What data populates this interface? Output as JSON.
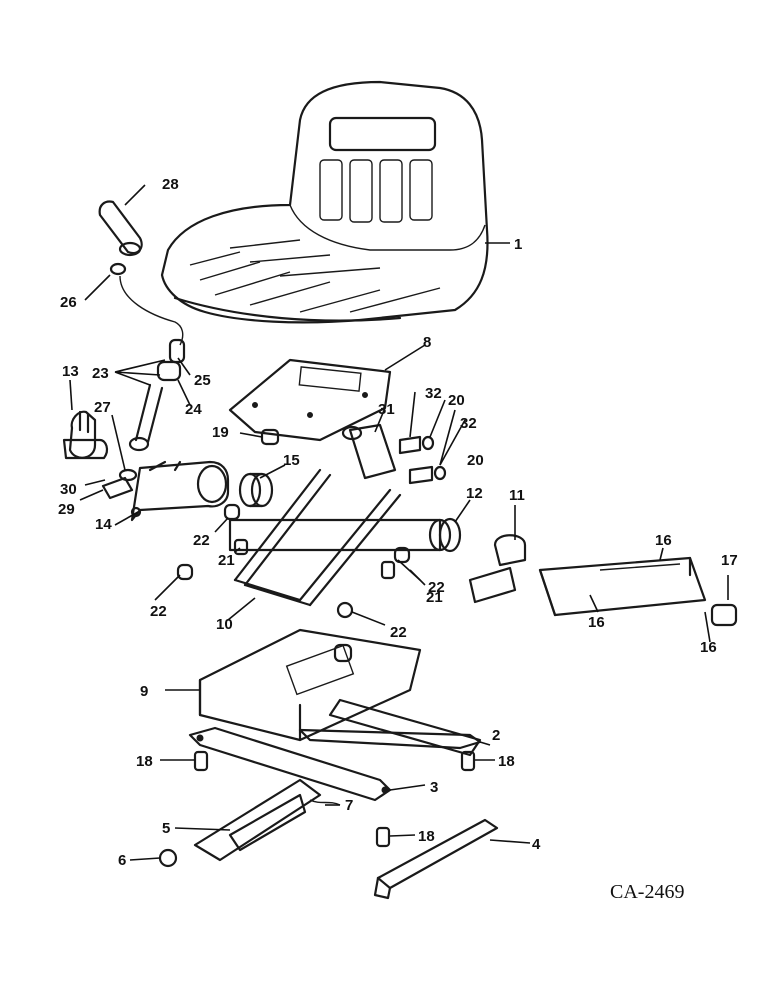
{
  "diagram": {
    "drawing_code": "CA-2469",
    "callouts": [
      "1",
      "2",
      "3",
      "4",
      "5",
      "6",
      "7",
      "8",
      "9",
      "10",
      "11",
      "12",
      "13",
      "14",
      "15",
      "16",
      "17",
      "18",
      "19",
      "20",
      "21",
      "22",
      "23",
      "24",
      "25",
      "26",
      "27",
      "28",
      "29",
      "30",
      "31",
      "32"
    ]
  }
}
